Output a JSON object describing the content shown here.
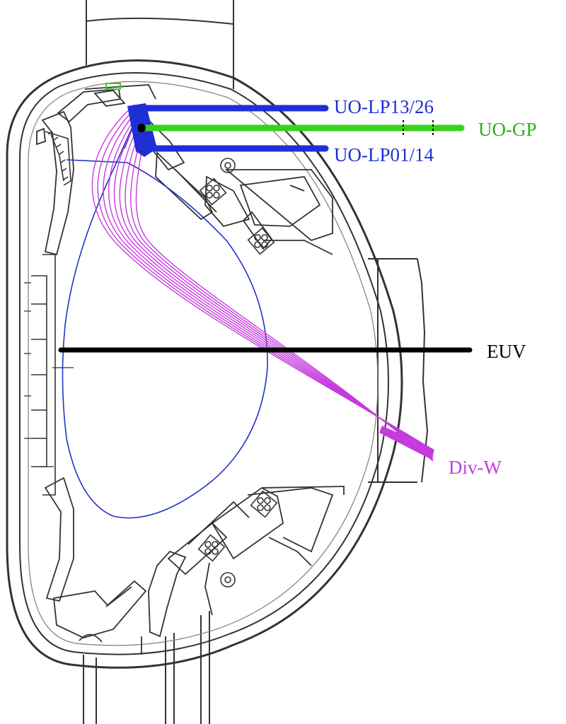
{
  "labels": {
    "lp13": "UO-LP13/26",
    "gp": "UO-GP",
    "lp01": "UO-LP01/14",
    "euv": "EUV",
    "divw": "Div-W"
  },
  "colors": {
    "background": "#ffffff",
    "structure": "#333333",
    "lp_probe": "#1f2fd6",
    "gp_probe": "#39d11d",
    "euv_line": "#000000",
    "div_w": "#c53bdd",
    "separatrix": "#2433c8",
    "lp_text": "#1f2fd6",
    "gp_text": "#2bb015",
    "div_w_text": "#c53bdd"
  }
}
